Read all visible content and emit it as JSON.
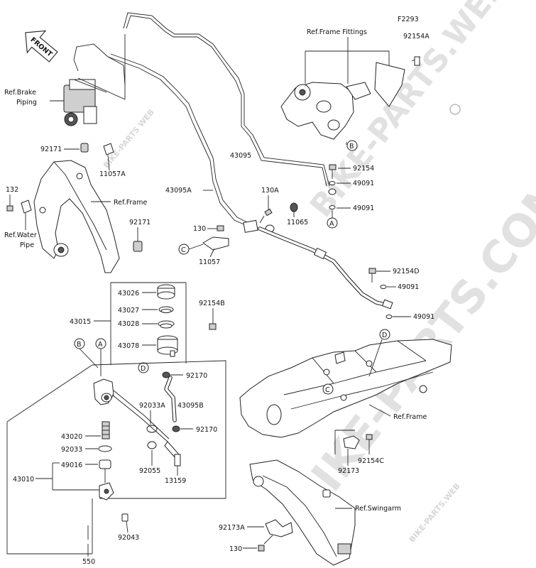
{
  "figure_code": "F2293",
  "front_label": "FRONT",
  "callouts": {
    "ref_frame_fittings": "Ref.Frame Fittings",
    "p92154A": "92154A",
    "ref_brake_piping_1": "Ref.Brake",
    "ref_brake_piping_2": "Piping",
    "p92171_top": "92171",
    "p11057A": "11057A",
    "p43095": "43095",
    "p92154": "92154",
    "p49091_a": "49091",
    "p49091_b": "49091",
    "p130A": "130A",
    "p11065": "11065",
    "p43095A": "43095A",
    "ref_frame_left": "Ref.Frame",
    "p132": "132",
    "ref_water_pipe_1": "Ref.Water",
    "ref_water_pipe_2": "Pipe",
    "p92171_mid": "92171",
    "p130": "130",
    "p11057": "11057",
    "p92154D": "92154D",
    "p49091_c": "49091",
    "p49091_d": "49091",
    "p43026": "43026",
    "p43027": "43027",
    "p43028": "43028",
    "p43015": "43015",
    "p92154B": "92154B",
    "p43078": "43078",
    "p92170_a": "92170",
    "p92033A": "92033A",
    "p43095B": "43095B",
    "p92170_b": "92170",
    "p43020": "43020",
    "p92033": "92033",
    "p92055": "92055",
    "p49016": "49016",
    "p43010": "43010",
    "p13159": "13159",
    "p92043": "92043",
    "p550": "550",
    "ref_frame_right": "Ref.Frame",
    "p92173": "92173",
    "p92154C": "92154C",
    "ref_swingarm": "Ref.Swingarm",
    "p92173A": "92173A",
    "p130_bottom": "130"
  },
  "markers": {
    "A": "A",
    "B": "B",
    "C": "C",
    "D": "D"
  },
  "watermarks": {
    "main": "BIKE-PARTS.COM",
    "vertical": "BIKE-PARTS.WEB",
    "corner": "BIKE-PARTS.WEB",
    "small": "BIKE-PARTS WEB"
  }
}
